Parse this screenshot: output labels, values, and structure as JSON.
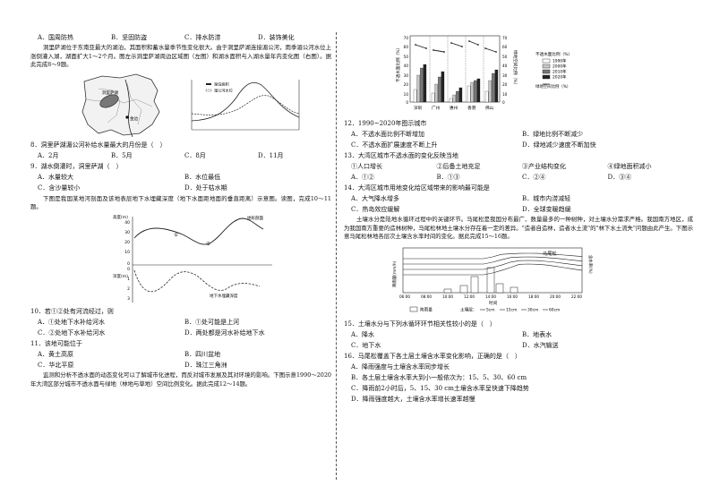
{
  "left": {
    "q7_options": [
      "A．国周防热",
      "B．坚固防盗",
      "C．排水防涝",
      "D．装饰美化"
    ],
    "passage_lake": "洞里萨湖位于东南亚最大的湖泊，其面积和蓄水量季节性变化很大。由于洞里萨湖连接湄公河，雨季湄公河水位上涨倒灌入湖，湖面扩大1～2个月。图左示洞里萨湖周边区域图（左图）和湖水面积与入湖水量年内变化图（右图）。据此完成8～9题。",
    "map_labels": [
      "洞里萨湖",
      "金边"
    ],
    "legend": [
      "湖泊面积",
      "湄公河水位"
    ],
    "q8": "8．洞里萨湖湄公河补给水量最大的月份是（　）",
    "q8_options": [
      "A．2月",
      "B．5月",
      "C．8月",
      "D．11月"
    ],
    "q9": "9．湖水倒灌时，洞里萨湖（　）",
    "q9_options": [
      "A．水量较大",
      "B．水位最低",
      "C．含沙量较小",
      "D．处于枯水期"
    ],
    "passage_groundwater": "下图是我国某地河剖面及该地表层地下水埋藏深度（地下水面距地面的垂直距离）示意图。读图，完成10～11题。",
    "g_labels": {
      "profile": "地形剖面",
      "depth": "地下水埋藏深度",
      "m1": "①",
      "m2": "②",
      "y_top": "高度(m)",
      "y_bottom": "深度(m)",
      "yt": [
        "40",
        "30",
        "20",
        "10",
        "0"
      ],
      "yb": [
        "0",
        "1",
        "2",
        "3"
      ]
    },
    "q10": "10．若①②处有河流经过，则",
    "q10_options": [
      "A．①处地下水补给河水",
      "B．①处可能是上河",
      "C．②处地下水补给河水",
      "D．两处都是河水补给地下水"
    ],
    "q11": "11．该地可能位于",
    "q11_options": [
      "A．黄土高原",
      "B．四川盆地",
      "C．华北平原",
      "D．珠江三角洲"
    ],
    "passage_urban": "监测和分析不透水面的动态变化可以了解城市化进程，而反对城市发展及其对环境的影响。下图示意1990～2020年大湾区部分城市不透水面与绿地（林地与草地）空间比例变化。据此完成12～14题。"
  },
  "right": {
    "bar_chart_labels": {
      "left_axis": "不透水面比例（%）",
      "right_axis": "绿地空间比例（%）",
      "cities": [
        "深圳",
        "广州",
        "惠州",
        "香港",
        "佛山"
      ],
      "legend_title": "不透水面比例（%）",
      "years": [
        "1990年",
        "2000年",
        "2010年",
        "2020年"
      ],
      "green_legend": "绿地空间比例（%）",
      "yl": [
        "70",
        "60",
        "50",
        "40",
        "30",
        "20",
        "10",
        "0"
      ],
      "yr": [
        "70",
        "60",
        "50",
        "40",
        "30",
        "20",
        "10",
        "0"
      ]
    },
    "q12": "12．1990~2020年图示城市",
    "q12_options": [
      "A．不透水面比例不断增加",
      "B．绿地比例不断减少",
      "C．不透水面扩展速度不断上升",
      "D．绿地减少速度不断加快"
    ],
    "q13": "13．大湾区城市不透水面的变化反映当地",
    "q13_options": [
      "①人口增长",
      "②后备土地充足",
      "③产业结构变化",
      "④绿地面积减小"
    ],
    "q13_choices": [
      "A．①②",
      "B．①③",
      "C．②④",
      "D．③④"
    ],
    "q14": "14．大湾区城市用地变化给区域带来的影响最可能是",
    "q14_options": [
      "A．大气降水增多",
      "B．城市内涝减轻",
      "C．热岛效应缓解",
      "D．全球变暖趋缓"
    ],
    "passage_soil": "土壤水分是陆地水循环过程中的关键环节。马尾松是我国分布最广、数量最多的一种树种，对土壤水分需求严格。我国南方地区，成为我国南方重要的造林树种，马尾松林地土壤水分存在着一定的差异。\"造者自造林，造者水土流\"的\"林下水土流失\"问题由此产生。下图示意马尾松林地各层次土壤含水率时间的变化。据此完成15～16题。",
    "line_chart_labels": {
      "title": "马尾松",
      "left_axis": "降雨量(mm/h)",
      "right_axis": "含水率(%)",
      "x_label": "时间",
      "times": [
        "06:00",
        "08:00",
        "10:00",
        "12:00",
        "14:00",
        "16:00",
        "18:00",
        "20:00",
        "22:00"
      ],
      "legend": [
        "降雨量",
        "土壤层：",
        "5cm",
        "15cm",
        "30cm",
        "60cm"
      ]
    },
    "q15": "15．土壤水分与下列水循环环节相关性较小的是（　）",
    "q15_options": [
      "A．降水",
      "B．地表水",
      "C．地下水",
      "D．水汽输送"
    ],
    "q16": "16．马尾松覆盖下各土层土壤含水率变化影响，正确的是（　）",
    "q16_options": [
      "A．降雨强度与土壤含水率同步增长",
      "B．各土层土壤含水率大到小一般依次为：15、5、30、60 cm",
      "C．降雨前2小时后，5、15、30 cm土壤含水率呈快速下降趋势",
      "D．降雨强度越大，土壤含水率增长速率越慢"
    ]
  }
}
